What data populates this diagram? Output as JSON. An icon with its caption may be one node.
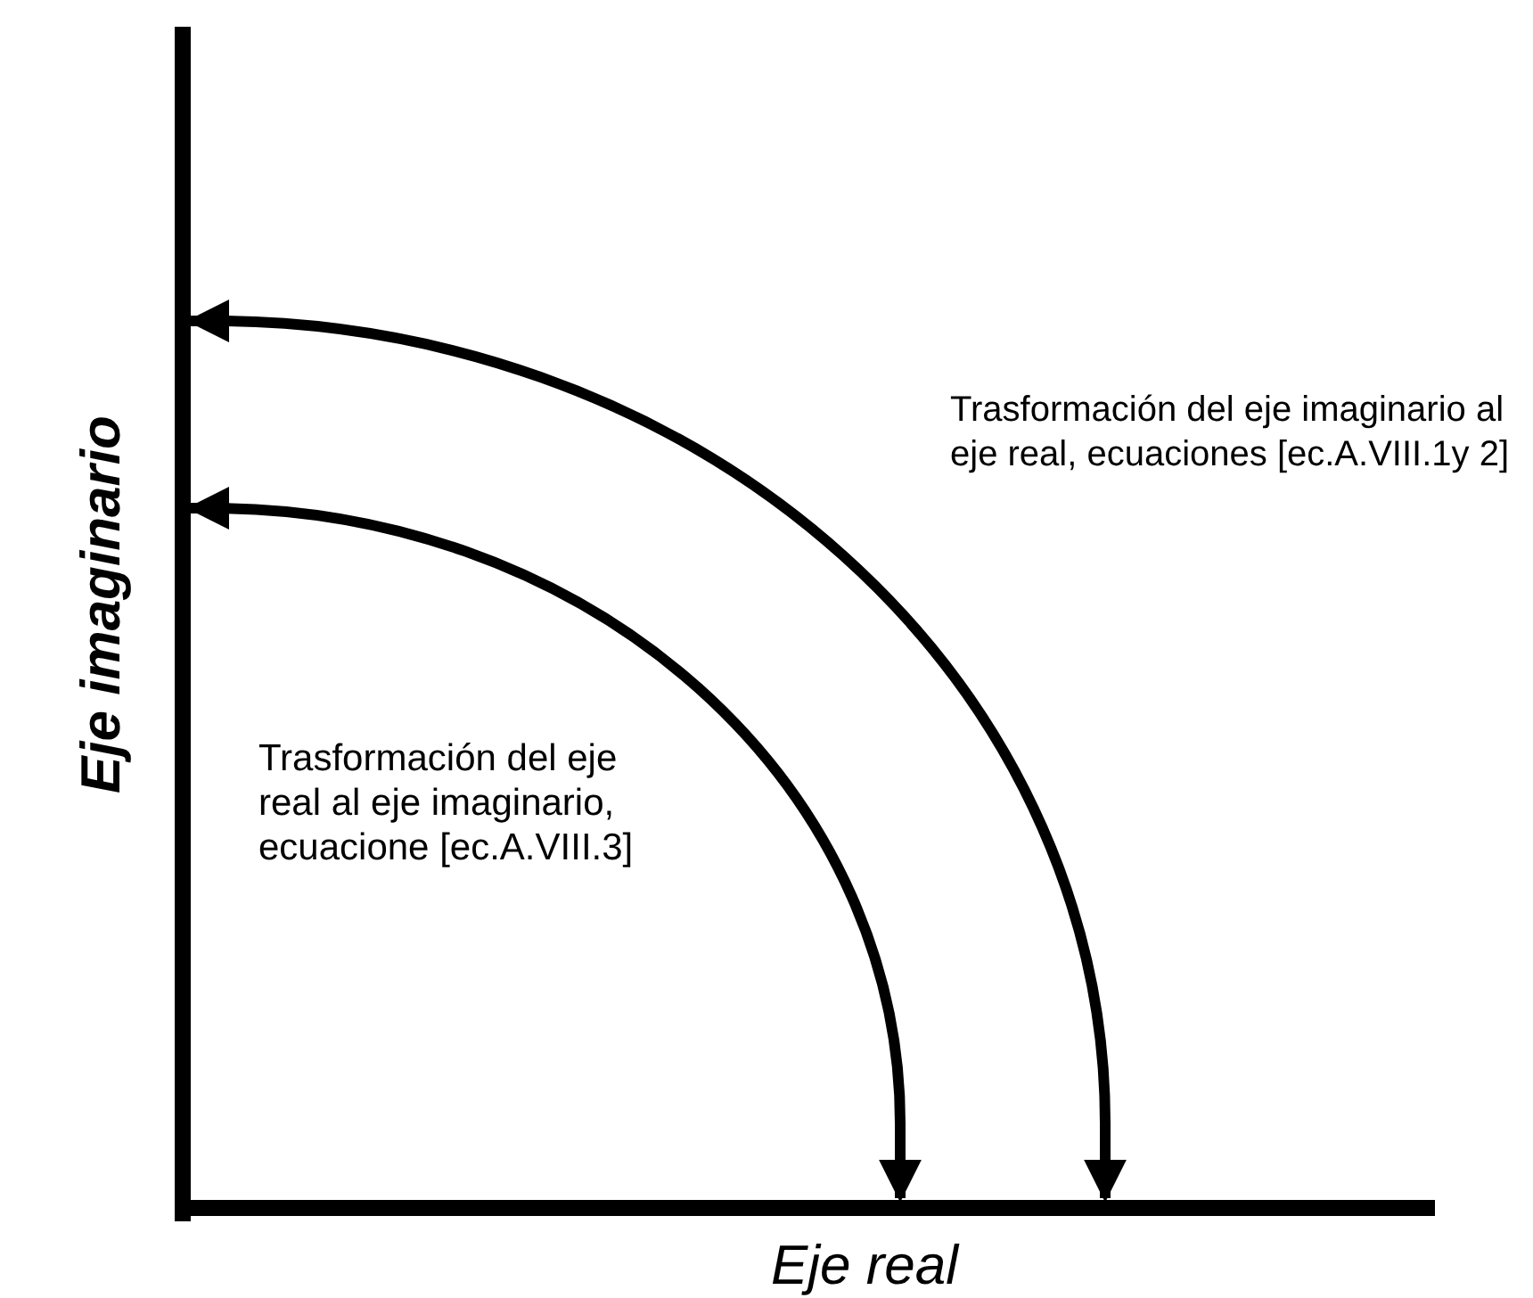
{
  "diagram": {
    "nodes": [
      {
        "text": [
          "Eje imaginario"
        ]
      },
      {
        "text": [
          "Eje real"
        ]
      }
    ],
    "edges": [
      {
        "from": 1,
        "to": 0,
        "arrow": "both",
        "label": "Trasformación del eje imaginario al eje real, ecuaciones [ec.A.VIII.1y 2]"
      },
      {
        "from": 1,
        "to": 0,
        "arrow": "both",
        "label": "Trasformación del eje real al eje imaginario, ecuacione [ec.A.VIII.3]"
      }
    ]
  }
}
